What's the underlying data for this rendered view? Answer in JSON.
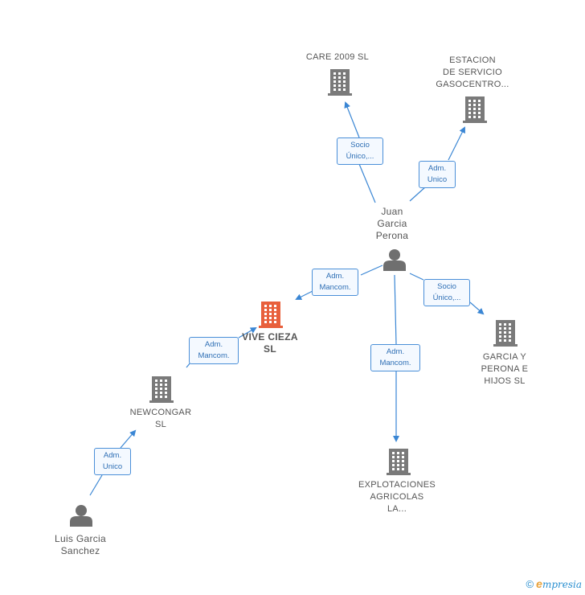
{
  "colors": {
    "edge": "#3a86d4",
    "building": "#7a7a7a",
    "building_focus": "#e8603c",
    "person": "#6f6f6f"
  },
  "nodes": {
    "care2009": {
      "lines": [
        "CARE 2009 SL"
      ]
    },
    "estacion": {
      "lines": [
        "ESTACION",
        "DE SERVICIO",
        "GASOCENTRO..."
      ]
    },
    "juan": {
      "lines": [
        "Juan",
        "Garcia",
        "Perona"
      ]
    },
    "vivecieza": {
      "lines": [
        "VIVE CIEZA",
        "SL"
      ]
    },
    "garciaperona": {
      "lines": [
        "GARCIA Y",
        "PERONA E",
        "HIJOS SL"
      ]
    },
    "newcongar": {
      "lines": [
        "NEWCONGAR",
        "SL"
      ]
    },
    "explotaciones": {
      "lines": [
        "EXPLOTACIONES",
        "AGRICOLAS",
        "LA..."
      ]
    },
    "luis": {
      "lines": [
        "Luis Garcia",
        "Sanchez"
      ]
    }
  },
  "edges": {
    "juan_care": [
      "Socio",
      "Único,..."
    ],
    "juan_estacion": [
      "Adm.",
      "Unico"
    ],
    "juan_vive": [
      "Adm.",
      "Mancom."
    ],
    "juan_garcia": [
      "Socio",
      "Único,..."
    ],
    "juan_explot": [
      "Adm.",
      "Mancom."
    ],
    "newcongar_vive": [
      "Adm.",
      "Mancom."
    ],
    "luis_newcongar": [
      "Adm.",
      "Unico"
    ]
  },
  "footer": {
    "copyright": "©",
    "brand_first": "e",
    "brand_rest": "mpresia"
  }
}
